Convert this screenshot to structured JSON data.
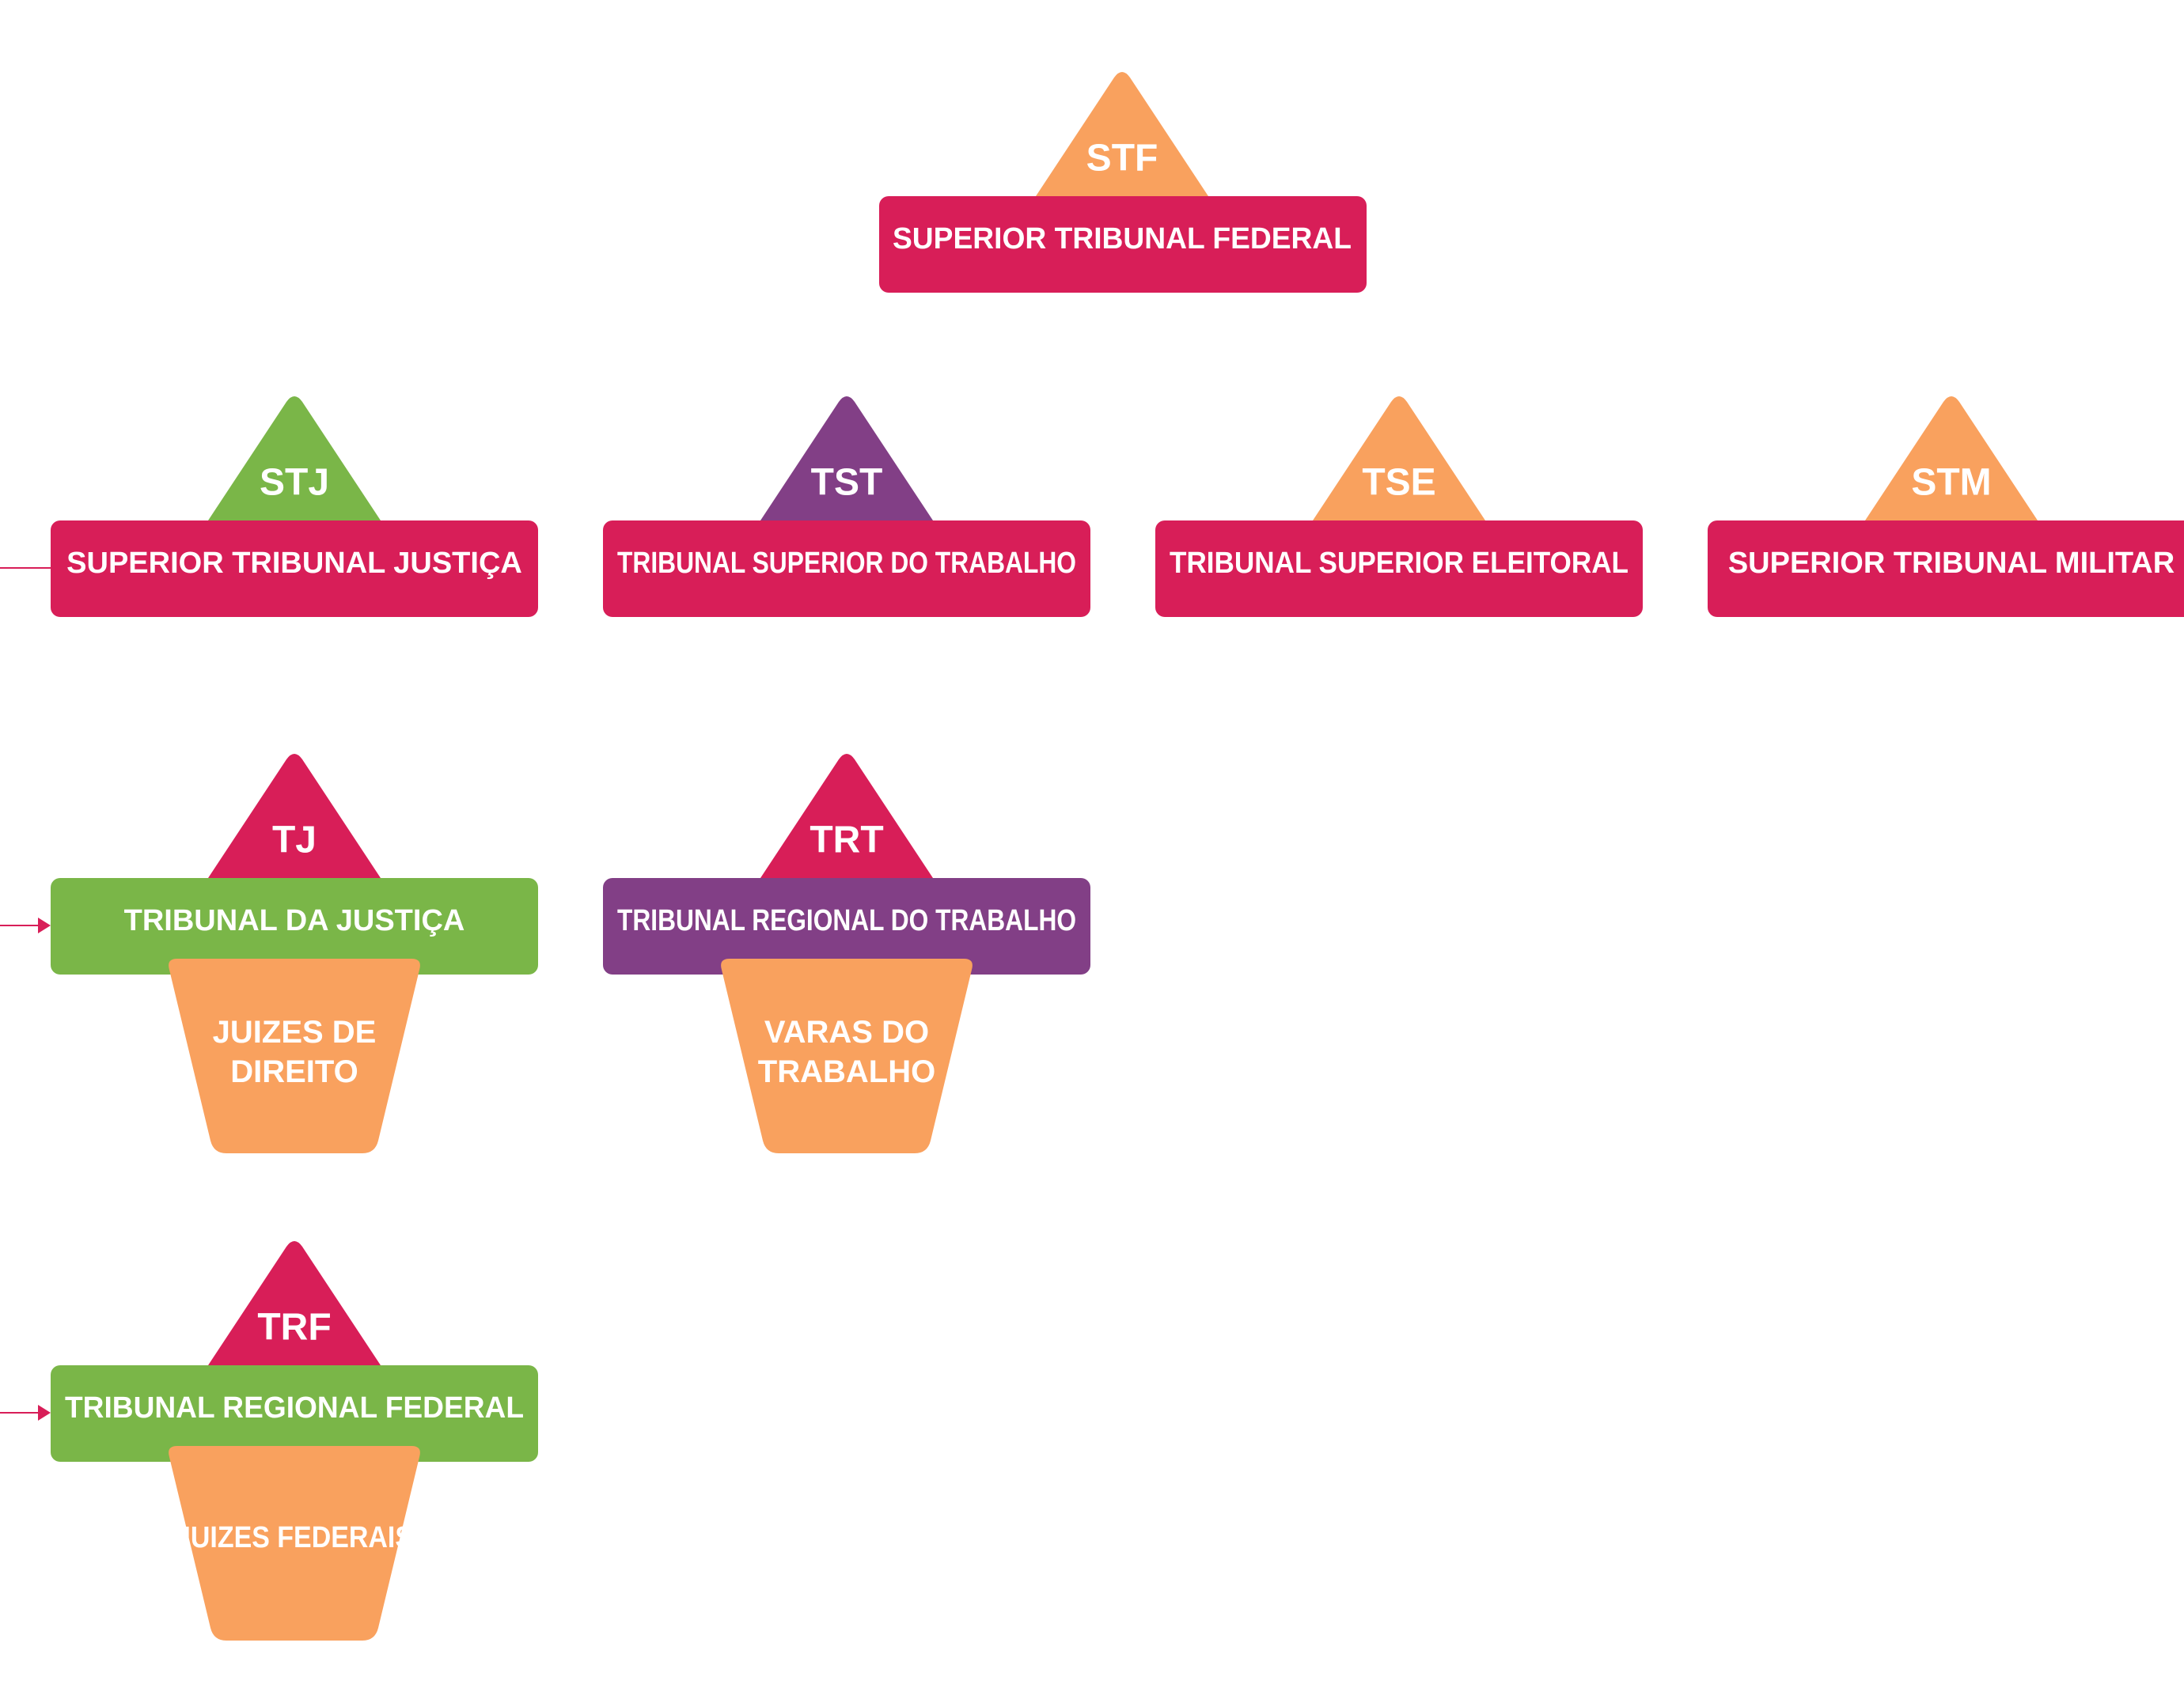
{
  "colors": {
    "crimson": "#D81E58",
    "orange": "#F9A15E",
    "green": "#7AB648",
    "purple": "#823F86",
    "text": "#FFFFFF"
  },
  "nodes": {
    "stf": {
      "abbr": "STF",
      "name": "SUPERIOR TRIBUNAL FEDERAL",
      "triangle_color": "orange",
      "box_color": "crimson"
    },
    "stj": {
      "abbr": "STJ",
      "name": "SUPERIOR TRIBUNAL JUSTIÇA",
      "triangle_color": "green",
      "box_color": "crimson"
    },
    "tst": {
      "abbr": "TST",
      "name": "TRIBUNAL SUPERIOR DO TRABALHO",
      "triangle_color": "purple",
      "box_color": "crimson"
    },
    "tse": {
      "abbr": "TSE",
      "name": "TRIBUNAL SUPERIOR ELEITORAL",
      "triangle_color": "orange",
      "box_color": "crimson"
    },
    "stm": {
      "abbr": "STM",
      "name": "SUPERIOR TRIBUNAL MILITAR",
      "triangle_color": "orange",
      "box_color": "crimson"
    },
    "tj": {
      "abbr": "TJ",
      "name": "TRIBUNAL DA JUSTIÇA",
      "triangle_color": "crimson",
      "box_color": "green",
      "base_lines": [
        "JUIZES DE",
        "DIREITO"
      ],
      "base_color": "orange"
    },
    "trt": {
      "abbr": "TRT",
      "name": "TRIBUNAL REGIONAL DO TRABALHO",
      "triangle_color": "crimson",
      "box_color": "purple",
      "base_lines": [
        "VARAS DO",
        "TRABALHO"
      ],
      "base_color": "orange"
    },
    "trf": {
      "abbr": "TRF",
      "name": "TRIBUNAL REGIONAL FEDERAL",
      "triangle_color": "crimson",
      "box_color": "green",
      "base_lines": [
        "JUIZES FEDERAIS"
      ],
      "base_color": "orange"
    }
  }
}
